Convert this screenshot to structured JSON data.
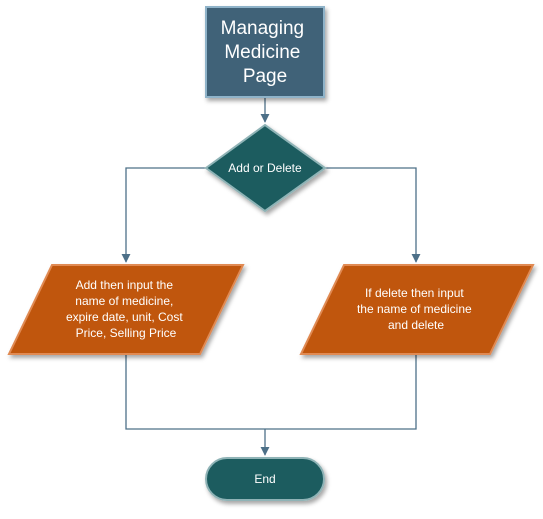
{
  "nodes": {
    "start": {
      "lines": [
        "Managing",
        "Medicine",
        "Page"
      ]
    },
    "decision": {
      "lines": [
        "Add or Delete"
      ]
    },
    "add_input": {
      "lines": [
        "Add then input the",
        "name of medicine,",
        "expire date, unit, Cost",
        "Price, Selling Price"
      ]
    },
    "delete_input": {
      "lines": [
        "If delete then input",
        "the name of medicine",
        "and delete"
      ]
    },
    "end": {
      "lines": [
        "End"
      ]
    }
  },
  "colors": {
    "process_fill": "#3f6278",
    "process_border": "#8fb3c9",
    "decision_fill": "#1a5c5e",
    "decision_border": "#8fb3b6",
    "io_fill": "#c0560f",
    "io_border": "#e08a52",
    "terminal_fill": "#1c5c5f",
    "terminal_border": "#8fb3b6",
    "connector": "#4d7088"
  }
}
